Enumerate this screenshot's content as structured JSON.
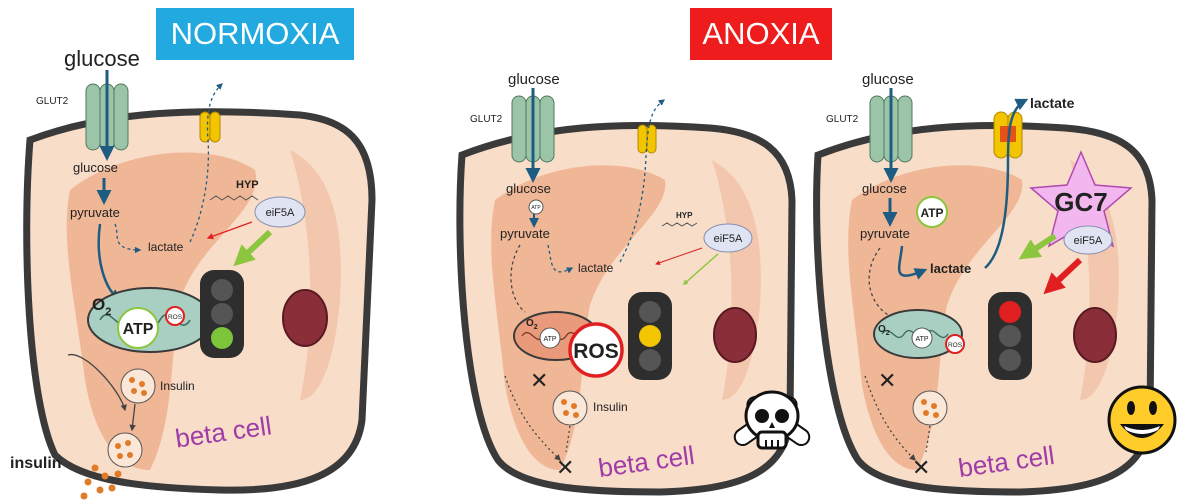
{
  "titles": {
    "normoxia": "NORMOXIA",
    "anoxia": "ANOXIA"
  },
  "colors": {
    "normoxia_title_bg": "#22a9e0",
    "anoxia_title_bg": "#ee1c1c",
    "cell_fill": "#f8ddc9",
    "cell_border": "#3a3a3a",
    "er_fill": "#efb08d",
    "glut2": "#9bc4a8",
    "mito": "#a8cfc2",
    "beta_cell_text": "#a03ca8",
    "light_green": "#7cc53a",
    "light_yellow": "#f2c500",
    "light_red": "#e02020",
    "gc7_star": "#f3b7ef",
    "arrow_blue": "#1f5c82",
    "arrow_red": "#e02020",
    "arrow_green": "#8cc63e"
  },
  "panel_normoxia": {
    "glucose_top": "glucose",
    "glut2": "GLUT2",
    "glucose_in": "glucose",
    "pyruvate": "pyruvate",
    "lactate": "lactate",
    "hyp": "HYP",
    "eif5a": "eiF5A",
    "o2": "O",
    "o2_sub": "2",
    "atp": "ATP",
    "ros": "ROS",
    "insulin_vesicle": "Insulin",
    "beta_cell": "beta cell",
    "insulin_out": "insulin",
    "traffic_light_state": "green"
  },
  "panel_anoxia1": {
    "glucose_top": "glucose",
    "glut2": "GLUT2",
    "glucose_in": "glucose",
    "atp_small": "ATP",
    "pyruvate": "pyruvate",
    "lactate": "lactate",
    "hyp": "HYP",
    "eif5a": "eiF5A",
    "o2": "O",
    "o2_sub": "2",
    "atp_mito": "ATP",
    "ros_big": "ROS",
    "insulin_vesicle": "Insulin",
    "beta_cell": "beta cell",
    "traffic_light_state": "yellow",
    "emoji_icon": "skull-and-crossbones"
  },
  "panel_anoxia2": {
    "glucose_top": "glucose",
    "glut2": "GLUT2",
    "lactate_out": "lactate",
    "glucose_in": "glucose",
    "atp_circle": "ATP",
    "pyruvate": "pyruvate",
    "gc7": "GC7",
    "eif5a": "eiF5A",
    "lactate": "lactate",
    "o2": "O",
    "o2_sub": "2",
    "atp_mito": "ATP",
    "ros": "ROS",
    "beta_cell": "beta cell",
    "traffic_light_state": "red",
    "emoji_icon": "grinning-face"
  }
}
